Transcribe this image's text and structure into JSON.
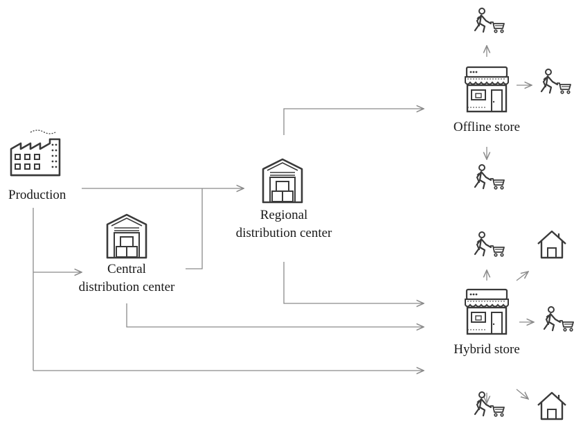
{
  "diagram": {
    "nodes": {
      "production": {
        "label": "Production",
        "icon": "factory-icon"
      },
      "central": {
        "label_line1": "Central",
        "label_line2": "distribution center",
        "icon": "warehouse-icon"
      },
      "regional": {
        "label_line1": "Regional",
        "label_line2": "distribution center",
        "icon": "warehouse-icon"
      },
      "offline_store": {
        "label": "Offline store",
        "icon": "store-icon"
      },
      "hybrid_store": {
        "label": "Hybrid store",
        "icon": "store-icon"
      }
    },
    "colors": {
      "stroke": "#3a3a3a",
      "arrow": "#8a8a8a",
      "text": "#1a1a1a"
    }
  }
}
